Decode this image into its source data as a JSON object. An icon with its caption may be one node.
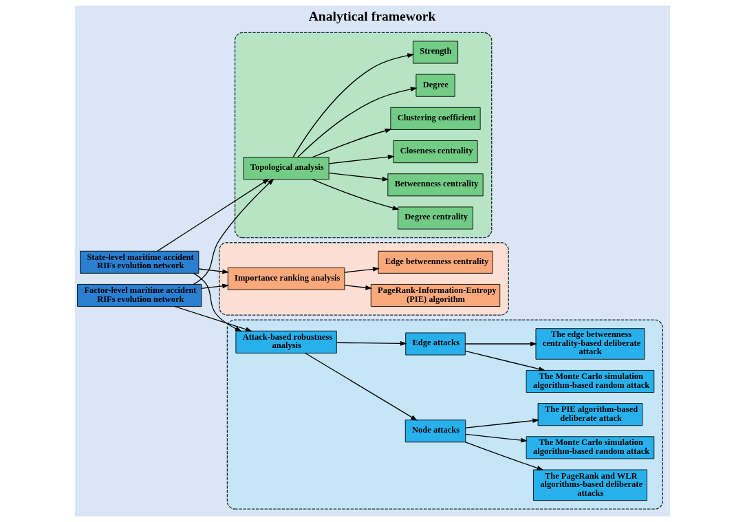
{
  "diagram": {
    "title": "Analytical framework",
    "nodes": [
      {
        "text": [],
        "shape": "box"
      },
      {
        "text": [
          "Degree"
        ],
        "in": 0
      },
      {
        "text": [
          "Strength"
        ],
        "in": 0
      },
      {
        "text": [
          "Degree centrality"
        ],
        "in": 0
      },
      {
        "text": [
          "Betweenness centrality"
        ],
        "in": 0
      },
      {
        "text": [
          "Closeness centrality"
        ],
        "in": 0
      },
      {
        "text": [
          "Clustering coefficient"
        ],
        "in": 0
      },
      {
        "text": [
          "Topological analysis"
        ],
        "in": 0
      },
      {
        "text": [],
        "shape": "box"
      },
      {
        "text": [
          "Importance ranking analysis"
        ],
        "in": 8
      },
      {
        "text": [
          "PageRank-Information-Entropy (PIE) algorithm"
        ],
        "in": 8
      },
      {
        "text": [
          "Edge betweenness centrality"
        ],
        "in": 8
      },
      {
        "text": [
          "State-level maritime accident RIFs evolution network"
        ]
      },
      {
        "text": [
          "Factor-level maritime accident RIFs evolution network"
        ]
      },
      {
        "text": [],
        "shape": "box"
      },
      {
        "text": [
          "Attack-based robustness analysis"
        ],
        "in": 14
      },
      {
        "text": [
          "The Monte Carlo simulation algorithm-based random attack"
        ],
        "in": 14
      },
      {
        "text": [
          "The PIE algorithm-based deliberate attack"
        ],
        "in": 14
      },
      {
        "text": [
          "The PageRank and WLR algorithms-based deliberate attacks"
        ],
        "in": 14
      },
      {
        "text": [
          "Node attacks"
        ],
        "in": 14
      },
      {
        "text": [
          "Edge attacks"
        ],
        "in": 14
      },
      {
        "text": [
          "The Monte Carlo simulation algorithm-based random attack"
        ],
        "in": 14
      },
      {
        "text": [
          "The edge betweenness centrality-based deliberate attack"
        ],
        "in": 14
      }
    ],
    "edges": [
      {
        "from": 7,
        "to": 1,
        "arrow": "to"
      },
      {
        "from": 7,
        "to": 2,
        "arrow": "to"
      },
      {
        "from": 7,
        "to": 3,
        "arrow": "to"
      },
      {
        "from": 7,
        "to": 4,
        "arrow": "to"
      },
      {
        "from": 7,
        "to": 5,
        "arrow": "to"
      },
      {
        "from": 7,
        "to": 6,
        "arrow": "to"
      },
      {
        "from": 12,
        "to": 7,
        "arrow": "to"
      },
      {
        "from": 12,
        "to": 9,
        "arrow": "to"
      },
      {
        "from": 13,
        "to": 7,
        "arrow": "to"
      },
      {
        "from": 13,
        "to": 9,
        "arrow": "to"
      },
      {
        "from": 9,
        "to": 10,
        "arrow": "to"
      },
      {
        "from": 9,
        "to": 11,
        "arrow": "to"
      },
      {
        "from": 12,
        "to": 15,
        "arrow": "to"
      },
      {
        "from": 13,
        "to": 15,
        "arrow": "to"
      },
      {
        "from": 15,
        "to": 19,
        "arrow": "to"
      },
      {
        "from": 15,
        "to": 20,
        "arrow": "to"
      },
      {
        "from": 19,
        "to": 16,
        "arrow": "to"
      },
      {
        "from": 19,
        "to": 17,
        "arrow": "to"
      },
      {
        "from": 19,
        "to": 18,
        "arrow": "to"
      },
      {
        "from": 20,
        "to": 21,
        "arrow": "to"
      },
      {
        "from": 20,
        "to": 22,
        "arrow": "to"
      }
    ]
  }
}
